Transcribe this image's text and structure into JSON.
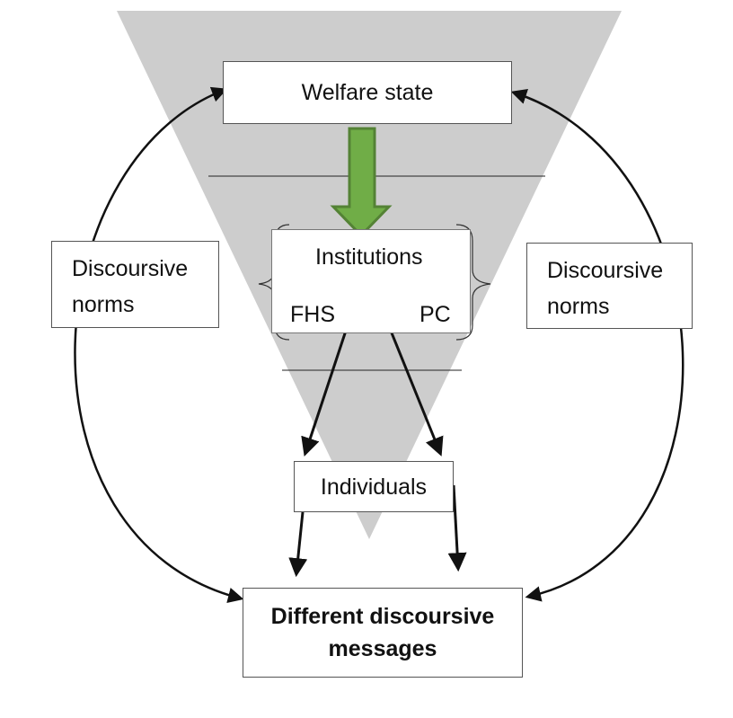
{
  "diagram": {
    "nodes": {
      "welfare_state": "Welfare state",
      "institutions": "Institutions",
      "fhs": "FHS",
      "pc": "PC",
      "individuals": "Individuals",
      "messages_line1": "Different discoursive",
      "messages_line2": "messages",
      "norms_left_line1": "Discoursive",
      "norms_left_line2": "norms",
      "norms_right_line1": "Discoursive",
      "norms_right_line2": "norms"
    },
    "colors": {
      "funnel": "#cdcdcd",
      "down_arrow_fill": "#70ad47",
      "down_arrow_stroke": "#548235",
      "arrow": "#111111"
    }
  }
}
